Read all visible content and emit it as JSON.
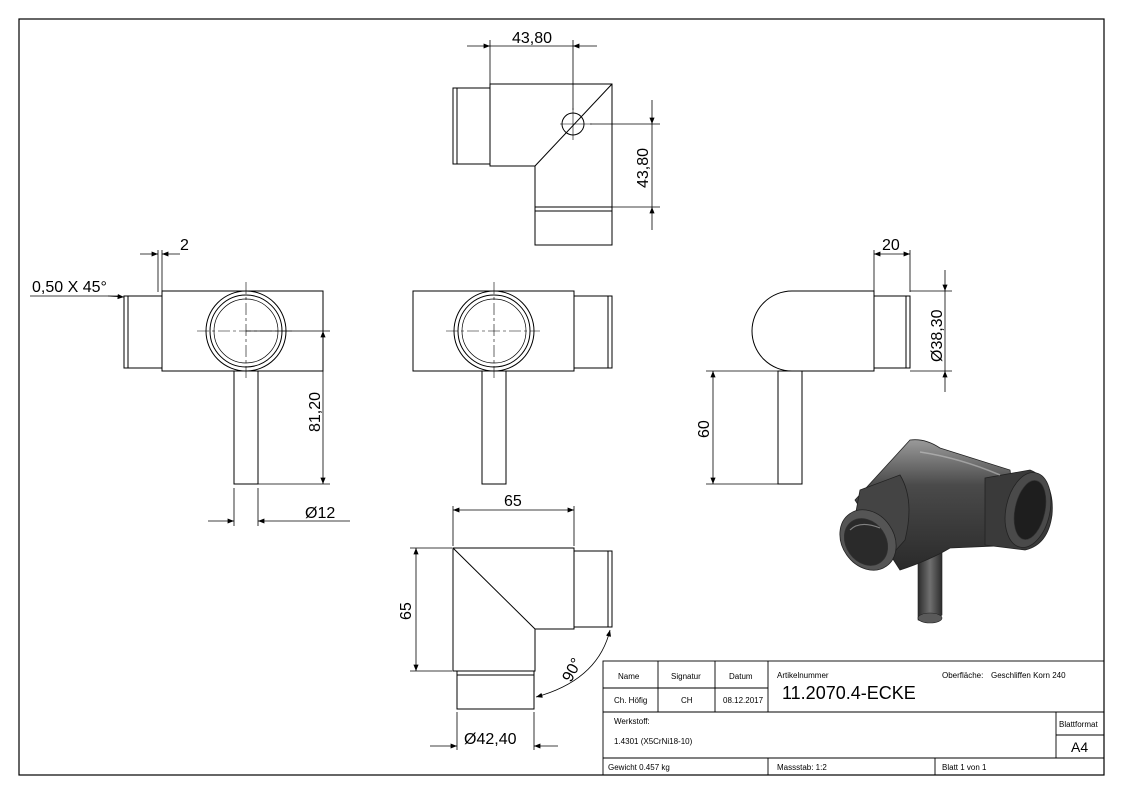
{
  "dimensions": {
    "top_width": "43,80",
    "top_height": "43,80",
    "chamfer_width": "2",
    "chamfer_spec": "0,50 X 45°",
    "post_length": "81,20",
    "post_diameter": "Ø12",
    "side_width": "20",
    "tube_diameter": "Ø38,30",
    "side_post_height": "60",
    "bottom_width": "65",
    "bottom_height": "65",
    "angle": "90°",
    "bottom_diameter": "Ø42,40"
  },
  "title_block": {
    "name_header": "Name",
    "signature_header": "Signatur",
    "date_header": "Datum",
    "article_header": "Artikelnummer",
    "surface_label": "Oberfläche:",
    "surface_value": "Geschliffen Korn 240",
    "name": "Ch. Höfig",
    "signature": "CH",
    "date": "08.12.2017",
    "article_number": "11.2070.4-ECKE",
    "material_label": "Werkstoff:",
    "material_value": "1.4301 (X5CrNi18-10)",
    "sheet_format_label": "Blattformat",
    "sheet_format_value": "A4",
    "weight": "Gewicht 0.457 kg",
    "scale": "Massstab: 1:2",
    "sheet": "Blatt 1 von 1"
  },
  "colors": {
    "line": "#000000",
    "render_dark": "#3a3a3a",
    "render_mid": "#6b6b6b",
    "render_light": "#bdbdbd"
  }
}
